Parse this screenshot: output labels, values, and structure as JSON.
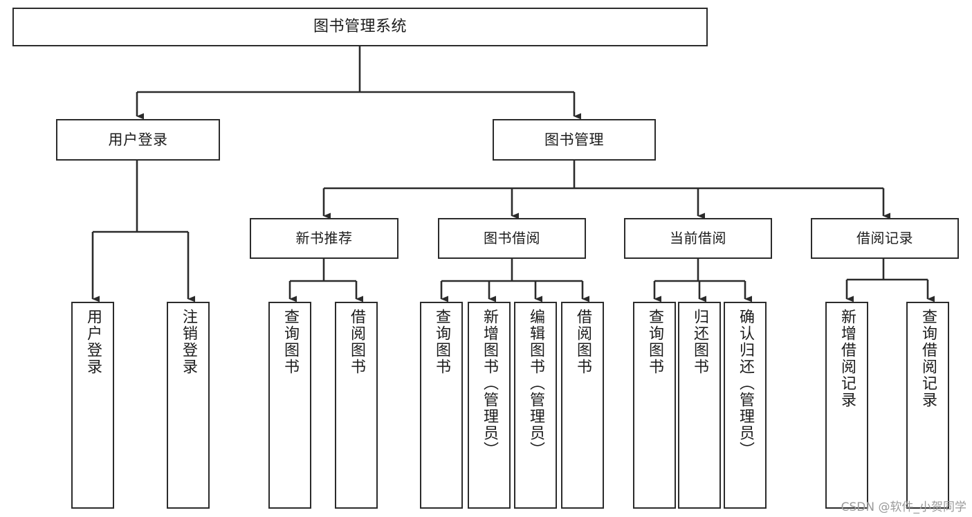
{
  "diagram": {
    "type": "tree-hierarchy-flowchart",
    "orientation": "top-down",
    "theme": {
      "background": "#ffffff",
      "node_fill": "#ffffff",
      "node_stroke": "#2b2b2b",
      "edge_stroke": "#2b2b2b",
      "text_color": "#1c1c1c",
      "watermark_color": "#9a9a9a"
    },
    "root": {
      "id": "root",
      "label": "图书管理系统"
    },
    "level1": [
      {
        "id": "user-login",
        "label": "用户登录"
      },
      {
        "id": "book-management",
        "label": "图书管理"
      }
    ],
    "level2": [
      {
        "id": "new-book-recommend",
        "label": "新书推荐",
        "parent": "book-management"
      },
      {
        "id": "book-borrow",
        "label": "图书借阅",
        "parent": "book-management"
      },
      {
        "id": "current-borrow",
        "label": "当前借阅",
        "parent": "book-management"
      },
      {
        "id": "borrow-record",
        "label": "借阅记录",
        "parent": "book-management"
      }
    ],
    "leaves": [
      {
        "id": "leaf-user-login",
        "label": "用户登录",
        "parent": "user-login"
      },
      {
        "id": "leaf-logout-login",
        "label": "注销登录",
        "parent": "user-login"
      },
      {
        "id": "leaf-query-book-1",
        "label": "查询图书",
        "parent": "new-book-recommend"
      },
      {
        "id": "leaf-borrow-book-1",
        "label": "借阅图书",
        "parent": "new-book-recommend"
      },
      {
        "id": "leaf-query-book-2",
        "label": "查询图书",
        "parent": "book-borrow"
      },
      {
        "id": "leaf-add-book",
        "label": "新增图书（管理员）",
        "parent": "book-borrow"
      },
      {
        "id": "leaf-edit-book",
        "label": "编辑图书（管理员）",
        "parent": "book-borrow"
      },
      {
        "id": "leaf-borrow-book-2",
        "label": "借阅图书",
        "parent": "book-borrow"
      },
      {
        "id": "leaf-query-book-3",
        "label": "查询图书",
        "parent": "current-borrow"
      },
      {
        "id": "leaf-return-book",
        "label": "归还图书",
        "parent": "current-borrow"
      },
      {
        "id": "leaf-confirm-return",
        "label": "确认归还（管理员）",
        "parent": "current-borrow"
      },
      {
        "id": "leaf-add-record",
        "label": "新增借阅记录",
        "parent": "borrow-record"
      },
      {
        "id": "leaf-query-record",
        "label": "查询借阅记录",
        "parent": "borrow-record"
      }
    ]
  },
  "watermark": {
    "text": "CSDN @软件_小贺同学"
  }
}
